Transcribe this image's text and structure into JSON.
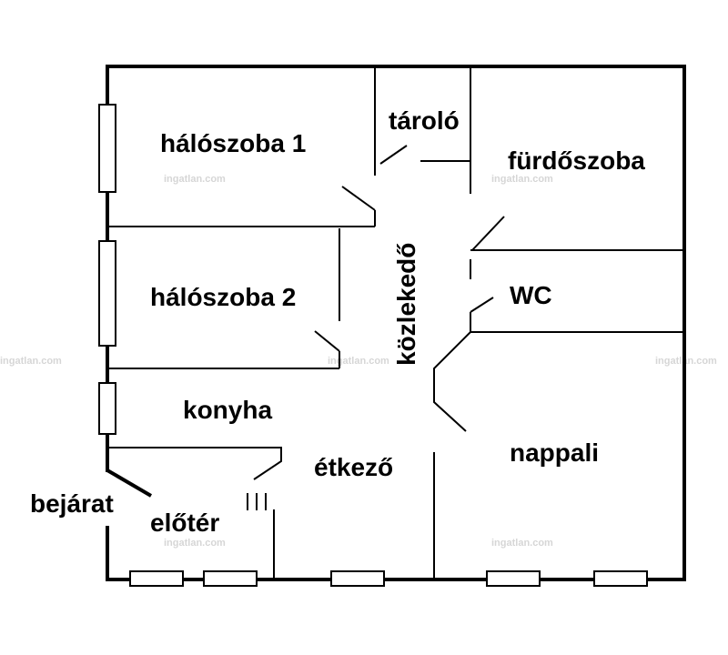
{
  "colors": {
    "wall": "#000000",
    "window_fill": "#ffffff",
    "watermark": "#d6d6d6",
    "background": "#ffffff"
  },
  "rooms": {
    "halo1": "hálószoba 1",
    "taroloo": "tároló",
    "furdo": "fürdőszoba",
    "halo2": "hálószoba 2",
    "kozlekedo": "közlekedő",
    "wc": "WC",
    "konyha": "konyha",
    "etkezo": "étkező",
    "nappali": "nappali",
    "bejarat": "bejárat",
    "eloter": "előtér"
  },
  "watermark": "ingatlan.com"
}
